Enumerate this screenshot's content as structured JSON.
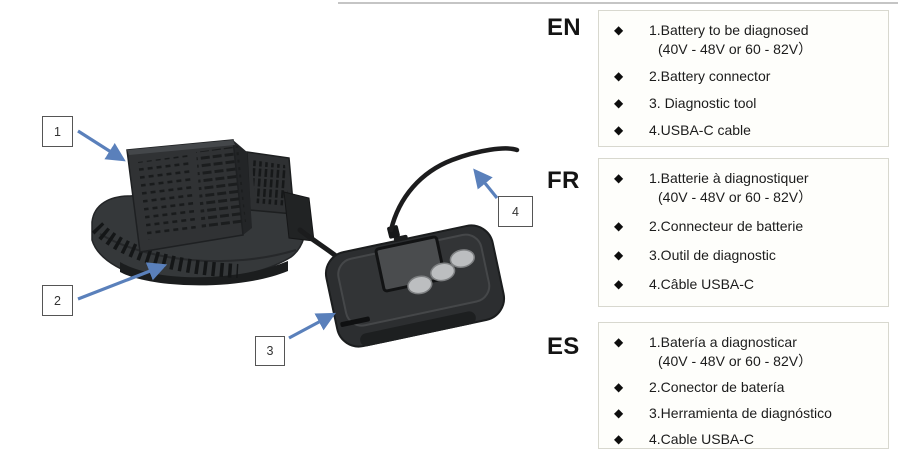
{
  "ui": {
    "bullet": "◆"
  },
  "colors": {
    "arrow": "#5a80bb",
    "panel_border": "#d8d8cf",
    "panel_bg": "#fefefb",
    "device_dark": "#2c2e30",
    "divider": "#c5c5c5"
  },
  "callouts": [
    {
      "number": "1"
    },
    {
      "number": "2"
    },
    {
      "number": "3"
    },
    {
      "number": "4"
    }
  ],
  "sections": [
    {
      "lang": "EN",
      "items": [
        {
          "text": "1.Battery to be diagnosed",
          "sub": "(40V - 48V or 60 - 82V）"
        },
        {
          "text": "2.Battery connector"
        },
        {
          "text": "3. Diagnostic tool"
        },
        {
          "text": "4.USBA-C cable"
        }
      ]
    },
    {
      "lang": "FR",
      "items": [
        {
          "text": "1.Batterie à diagnostiquer",
          "sub": "(40V - 48V or 60 - 82V）"
        },
        {
          "text": "2.Connecteur de batterie"
        },
        {
          "text": "3.Outil de diagnostic"
        },
        {
          "text": "4.Câble USBA-C"
        }
      ]
    },
    {
      "lang": "ES",
      "items": [
        {
          "text": "1.Batería a diagnosticar",
          "sub": "(40V - 48V or 60 - 82V）"
        },
        {
          "text": "2.Conector de batería"
        },
        {
          "text": "3.Herramienta de diagnóstico"
        },
        {
          "text": "4.Cable USBA-C"
        }
      ]
    }
  ]
}
